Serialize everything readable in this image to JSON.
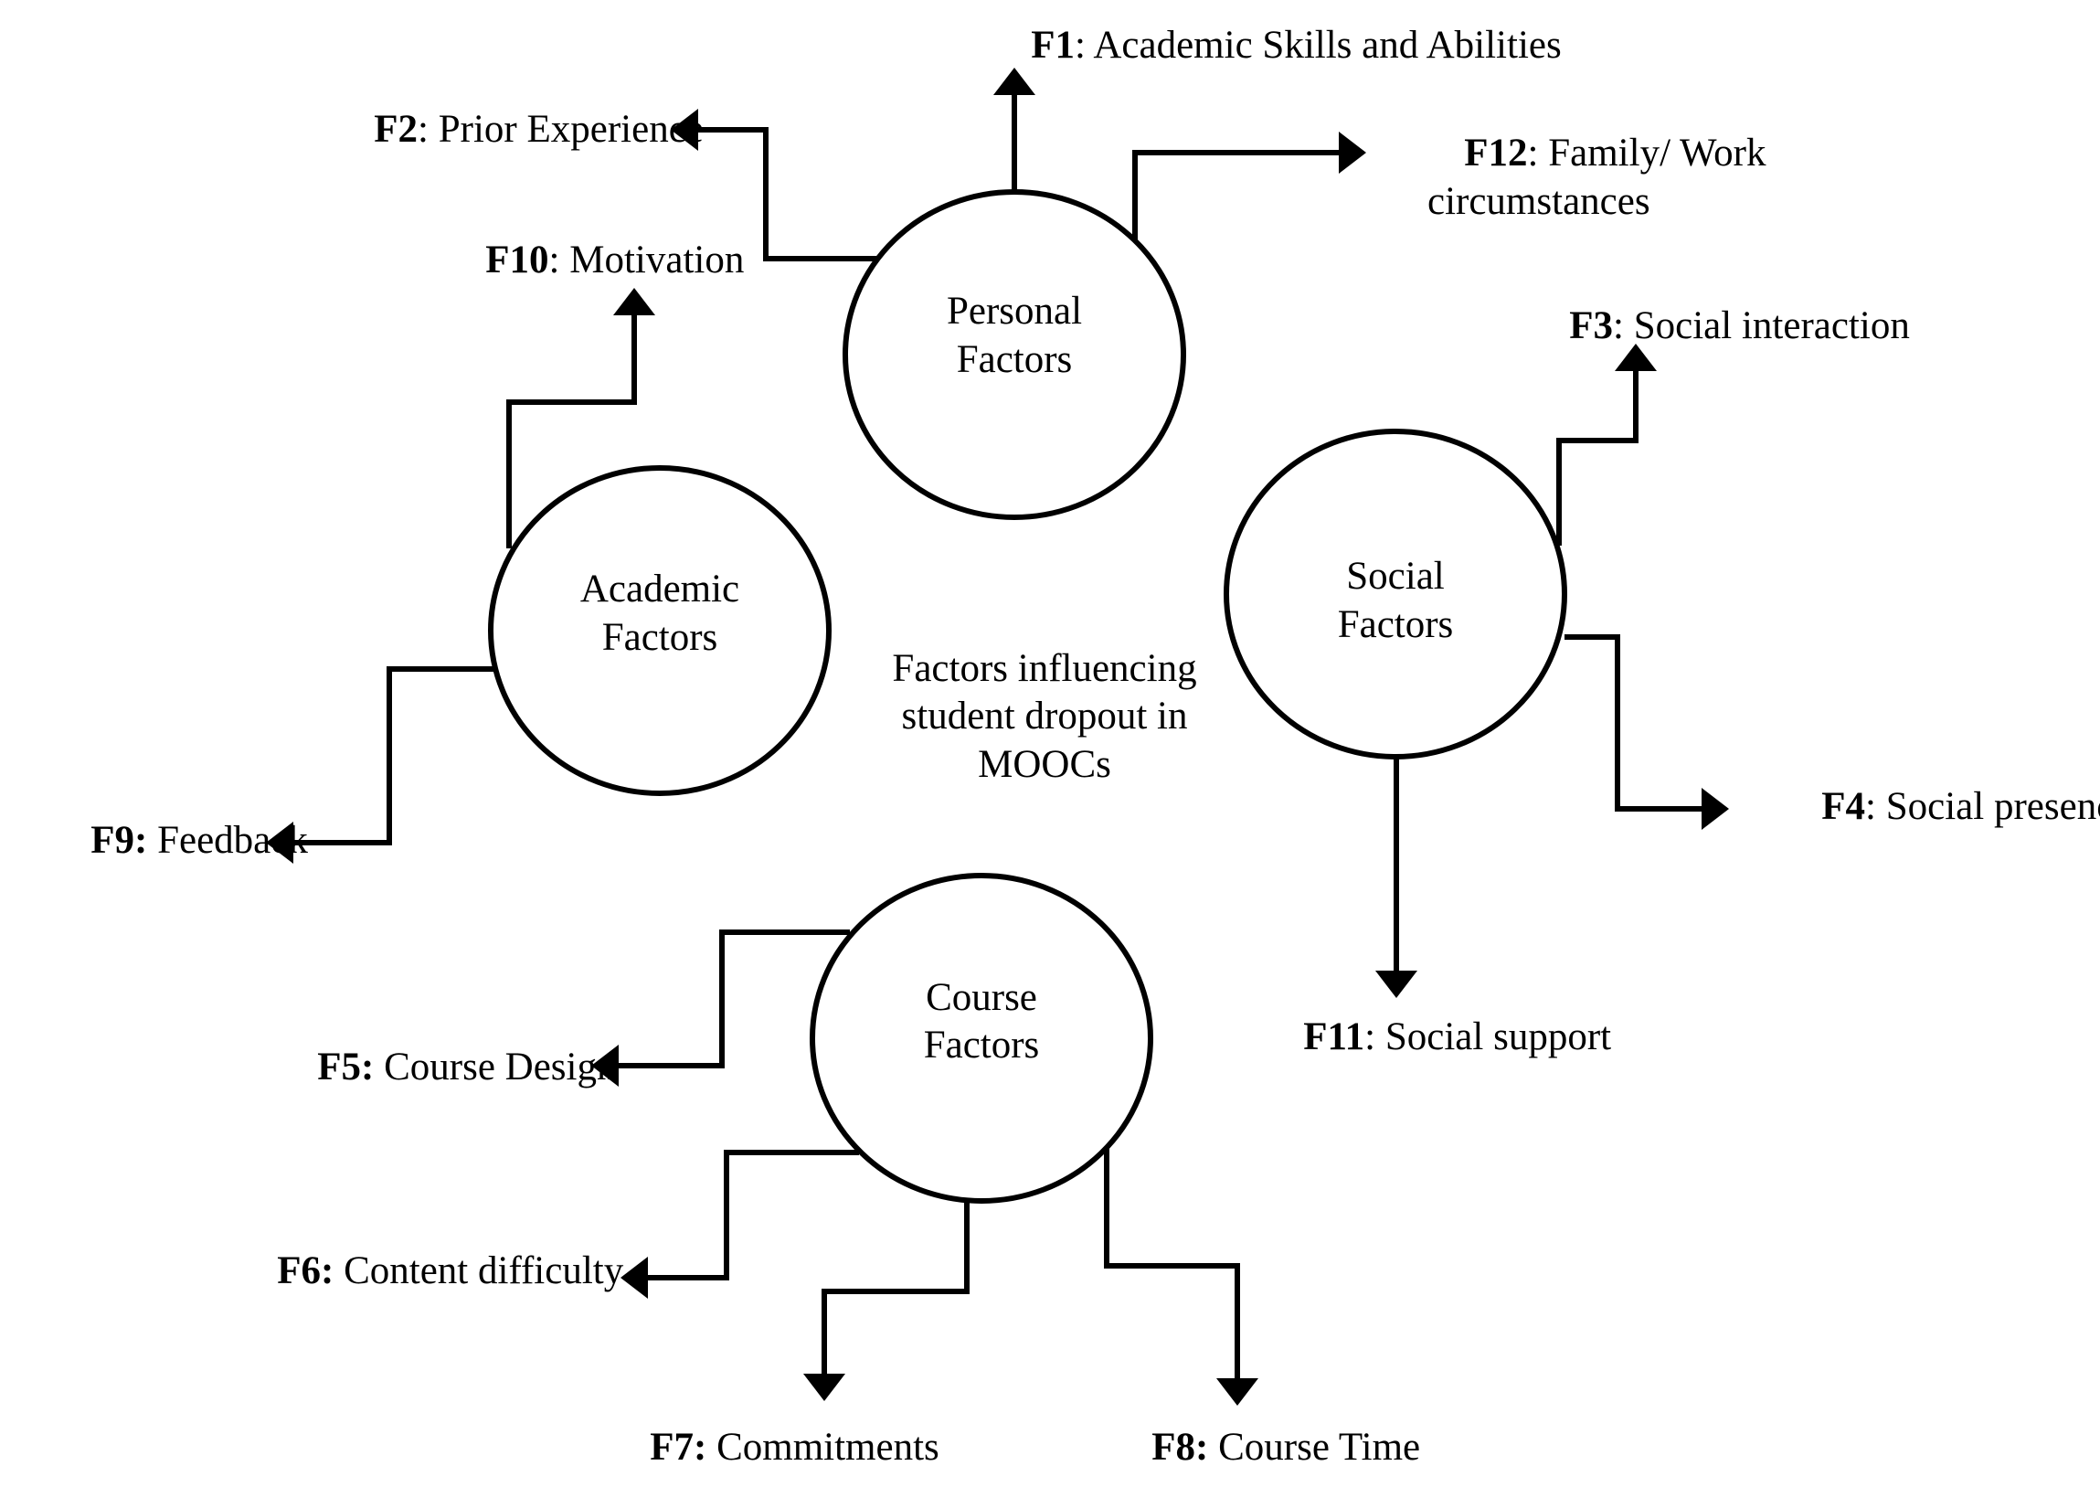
{
  "center": {
    "lines": [
      "Factors influencing",
      "student dropout in",
      "MOOCs"
    ]
  },
  "groups": [
    {
      "id": "personal",
      "lines": [
        "Personal",
        "Factors"
      ]
    },
    {
      "id": "academic",
      "lines": [
        "Academic",
        "Factors"
      ]
    },
    {
      "id": "social",
      "lines": [
        "Social",
        "Factors"
      ]
    },
    {
      "id": "course",
      "lines": [
        "Course",
        "Factors"
      ]
    }
  ],
  "factors": [
    {
      "id": "f1",
      "group": "personal",
      "code": "F1",
      "sep": ": ",
      "lines": [
        "Academic Skills and Abilities"
      ]
    },
    {
      "id": "f2",
      "group": "personal",
      "code": "F2",
      "sep": ": ",
      "lines": [
        "Prior Experience"
      ]
    },
    {
      "id": "f12",
      "group": "personal",
      "code": "F12",
      "sep": ": ",
      "lines": [
        "Family/ Work",
        "circumstances"
      ]
    },
    {
      "id": "f10",
      "group": "academic",
      "code": "F10",
      "sep": ": ",
      "lines": [
        "Motivation"
      ]
    },
    {
      "id": "f9",
      "group": "academic",
      "code": "F9:",
      "sep": " ",
      "lines": [
        "Feedback"
      ]
    },
    {
      "id": "f3",
      "group": "social",
      "code": "F3",
      "sep": ": ",
      "lines": [
        "Social interaction"
      ]
    },
    {
      "id": "f4",
      "group": "social",
      "code": "F4",
      "sep": ": ",
      "lines": [
        "Social presence"
      ]
    },
    {
      "id": "f11",
      "group": "social",
      "code": "F11",
      "sep": ": ",
      "lines": [
        "Social support"
      ]
    },
    {
      "id": "f5",
      "group": "course",
      "code": "F5:",
      "sep": " ",
      "lines": [
        "Course Design"
      ]
    },
    {
      "id": "f6",
      "group": "course",
      "code": "F6:",
      "sep": " ",
      "lines": [
        "Content difficulty"
      ]
    },
    {
      "id": "f7",
      "group": "course",
      "code": "F7:",
      "sep": " ",
      "lines": [
        "Commitments"
      ]
    },
    {
      "id": "f8",
      "group": "course",
      "code": "F8:",
      "sep": " ",
      "lines": [
        "Course Time"
      ]
    }
  ]
}
